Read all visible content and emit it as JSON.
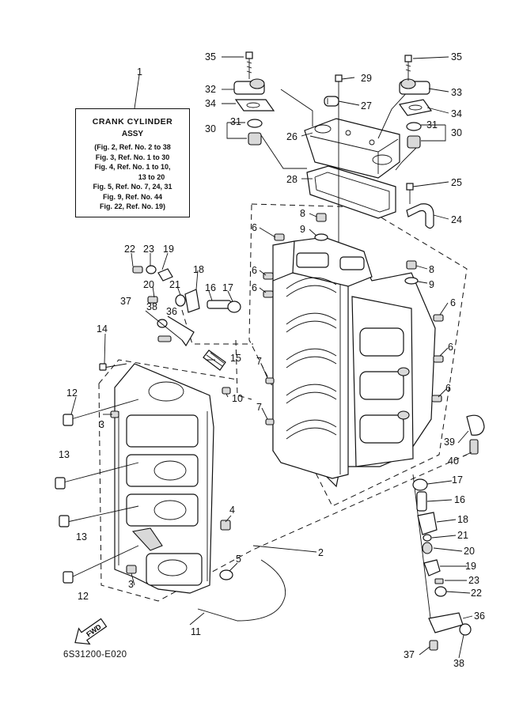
{
  "title_box": {
    "line1": "CRANK CYLINDER",
    "line2": "ASSY",
    "refs": [
      "(Fig. 2, Ref. No. 2 to 38",
      "Fig. 3, Ref. No. 1 to 30",
      "Fig. 4, Ref. No. 1 to 10,",
      "13 to 20",
      "Fig. 5, Ref. No. 7, 24, 31",
      "Fig. 9, Ref. No. 44",
      "Fig. 22, Ref. No. 19)"
    ]
  },
  "diagram_code": "6S31200-E020",
  "fwd_arrow": "FWD",
  "callouts": {
    "c1": "1",
    "c2": "2",
    "c3a": "3",
    "c3b": "3",
    "c4": "4",
    "c5": "5",
    "c6a": "6",
    "c6b": "6",
    "c6c": "6",
    "c6d": "6",
    "c6e": "6",
    "c6f": "6",
    "c7a": "7",
    "c7b": "7",
    "c8a": "8",
    "c8b": "8",
    "c9a": "9",
    "c9b": "9",
    "c10": "10",
    "c11": "11",
    "c12a": "12",
    "c12b": "12",
    "c13a": "13",
    "c13b": "13",
    "c14": "14",
    "c15": "15",
    "c16a": "16",
    "c16b": "16",
    "c17a": "17",
    "c17b": "17",
    "c18a": "18",
    "c18b": "18",
    "c19a": "19",
    "c19b": "19",
    "c20a": "20",
    "c20b": "20",
    "c21a": "21",
    "c21b": "21",
    "c22a": "22",
    "c22b": "22",
    "c23a": "23",
    "c23b": "23",
    "c24": "24",
    "c25": "25",
    "c26": "26",
    "c27": "27",
    "c28": "28",
    "c29": "29",
    "c30a": "30",
    "c30b": "30",
    "c31a": "31",
    "c31b": "31",
    "c32": "32",
    "c33": "33",
    "c34a": "34",
    "c34b": "34",
    "c35a": "35",
    "c35b": "35",
    "c36a": "36",
    "c36b": "36",
    "c37a": "37",
    "c37b": "37",
    "c38a": "38",
    "c38b": "38",
    "c39": "39",
    "c40": "40"
  }
}
